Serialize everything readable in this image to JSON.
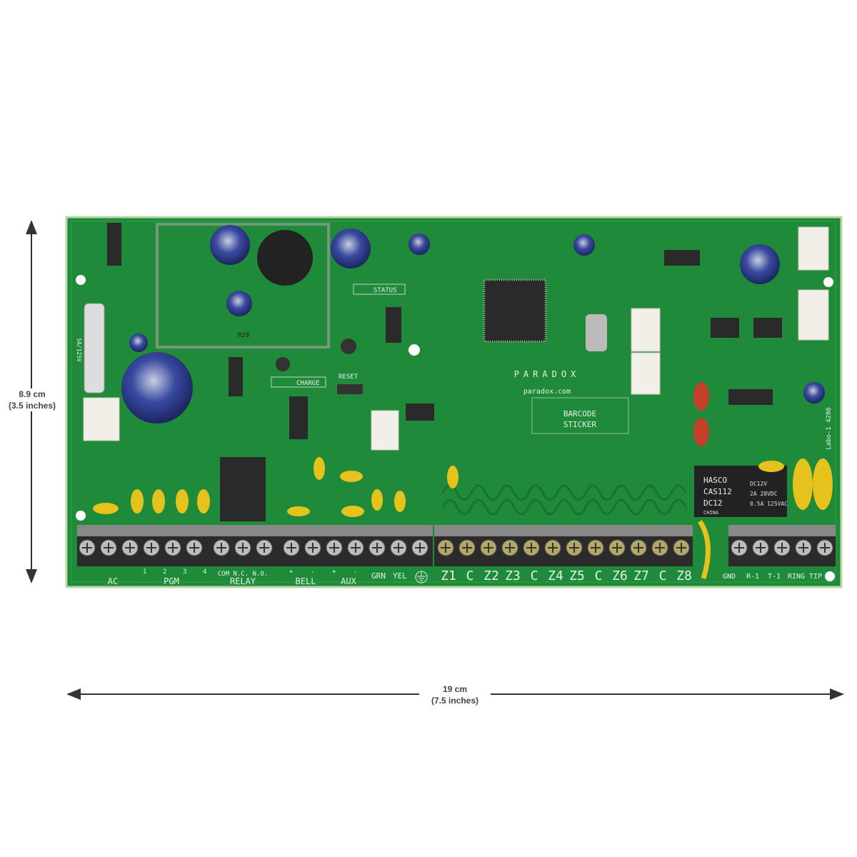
{
  "dimensions": {
    "height_cm": "8.9 cm",
    "height_in": "(3.5 inches)",
    "width_cm": "19 cm",
    "width_in": "(7.5 inches)"
  },
  "board": {
    "brand": "PARADOX",
    "website": "paradox.com",
    "barcode_line1": "BARCODE",
    "barcode_line2": "STICKER",
    "status": "STATUS",
    "charge": "CHARGE",
    "reset": "RESET",
    "relay_brand": "HASCO",
    "relay_model": "CAS112",
    "relay_voltage": "DC12",
    "relay_rating1": "DC12V",
    "relay_rating2": "2A 28VDC",
    "relay_rating3": "0.5A 125VAC",
    "relay_origin": "CHINA",
    "fuse_label": "5A/125V",
    "revision": "Labo-1 4286",
    "resistor_label": "R20",
    "colors": {
      "pcb": "#1f8a3a",
      "pcb_dark": "#136b2a",
      "terminal": "#2b2b2b",
      "background": "#ffffff"
    }
  },
  "terminals": {
    "groups": [
      "AC",
      "PGM",
      "RELAY",
      "BELL",
      "AUX"
    ],
    "pgm_numbers": [
      "1",
      "2",
      "3",
      "4"
    ],
    "relay_pins": "COM N.C. N.O.",
    "bell_aux_pins": [
      "+",
      "-",
      "+",
      "-"
    ],
    "bus": [
      "GRN",
      "YEL"
    ],
    "ground_symbol": "earth-ground-icon",
    "zones": [
      "Z1",
      "C",
      "Z2",
      "Z3",
      "C",
      "Z4",
      "Z5",
      "C",
      "Z6",
      "Z7",
      "C",
      "Z8"
    ],
    "phone": [
      "GND",
      "R-1",
      "T-1",
      "RING",
      "TIP"
    ]
  }
}
